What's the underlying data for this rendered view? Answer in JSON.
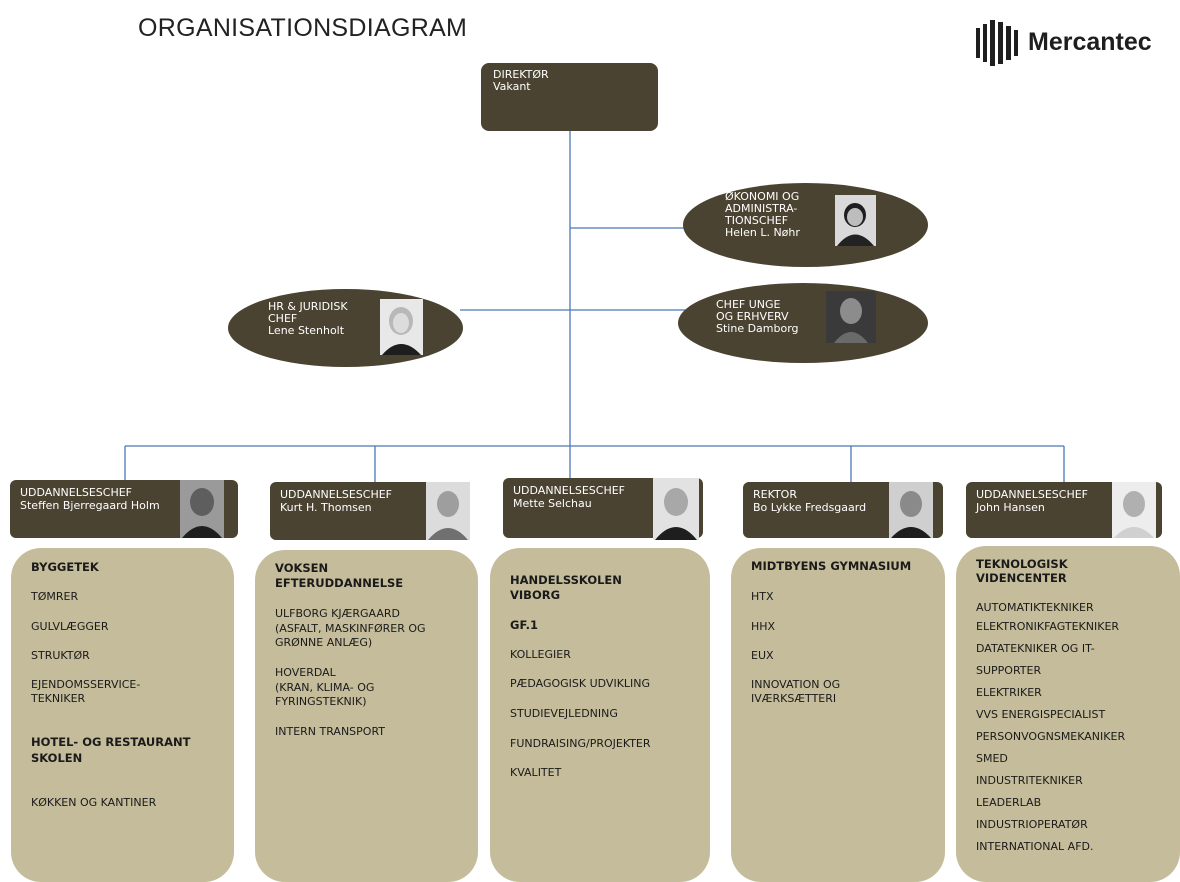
{
  "title": "ORGANISATIONSDIAGRAM",
  "logo": {
    "text": "Mercantec",
    "icon": "mercantec-bars-logo"
  },
  "colors": {
    "dark": "#4b4331",
    "light": "#c4bc9a",
    "line": "#4a78b5"
  },
  "director": {
    "role": "DIREKTØR",
    "name": "Vakant"
  },
  "staff": [
    {
      "lines": [
        "ØKONOMI OG",
        "ADMINISTRA-",
        "TIONSCHEF",
        "Helen L. Nøhr"
      ]
    },
    {
      "lines": [
        "HR & JURIDISK",
        "CHEF",
        "Lene Stenholt"
      ]
    },
    {
      "lines": [
        "CHEF UNGE",
        "OG ERHVERV",
        "Stine Damborg"
      ]
    }
  ],
  "heads": [
    {
      "role": "UDDANNELSESCHEF",
      "name": "Steffen Bjerregaard Holm"
    },
    {
      "role": "UDDANNELSESCHEF",
      "name": "Kurt H. Thomsen"
    },
    {
      "role": "UDDANNELSESCHEF",
      "name": "Mette Selchau"
    },
    {
      "role": "REKTOR",
      "name": "Bo Lykke Fredsgaard"
    },
    {
      "role": "UDDANNELSESCHEF",
      "name": "John Hansen"
    }
  ],
  "departments": [
    {
      "items": [
        "BYGGETEK",
        "TØMRER",
        "GULVLÆGGER",
        "STRUKTØR",
        "EJENDOMSSERVICE-",
        "TEKNIKER",
        "HOTEL- OG RESTAURANT",
        "SKOLEN",
        "KØKKEN OG KANTINER"
      ]
    },
    {
      "items": [
        "VOKSEN",
        "EFTERUDDANNELSE",
        "ULFBORG KJÆRGAARD",
        "(ASFALT, MASKINFØRER OG",
        "GRØNNE ANLÆG)",
        "HOVERDAL",
        "(KRAN, KLIMA- OG",
        "FYRINGSTEKNIK)",
        "INTERN TRANSPORT"
      ]
    },
    {
      "items": [
        "HANDELSSKOLEN",
        "VIBORG",
        "GF.1",
        "KOLLEGIER",
        "PÆDAGOGISK UDVIKLING",
        "STUDIEVEJLEDNING",
        "FUNDRAISING/PROJEKTER",
        "KVALITET"
      ]
    },
    {
      "items": [
        "MIDTBYENS GYMNASIUM",
        "HTX",
        "HHX",
        "EUX",
        "INNOVATION OG",
        "IVÆRKSÆTTERI"
      ]
    },
    {
      "items": [
        "TEKNOLOGISK",
        "VIDENCENTER",
        "AUTOMATIKTEKNIKER",
        "ELEKTRONIKFAGTEKNIKER",
        "DATATEKNIKER OG IT-",
        "SUPPORTER",
        "ELEKTRIKER",
        "VVS ENERGISPECIALIST",
        "PERSONVOGNSMEKANIKER",
        "SMED",
        "INDUSTRITEKNIKER",
        "LEADERLAB",
        "INDUSTRIOPERATØR",
        "INTERNATIONAL AFD."
      ]
    }
  ]
}
